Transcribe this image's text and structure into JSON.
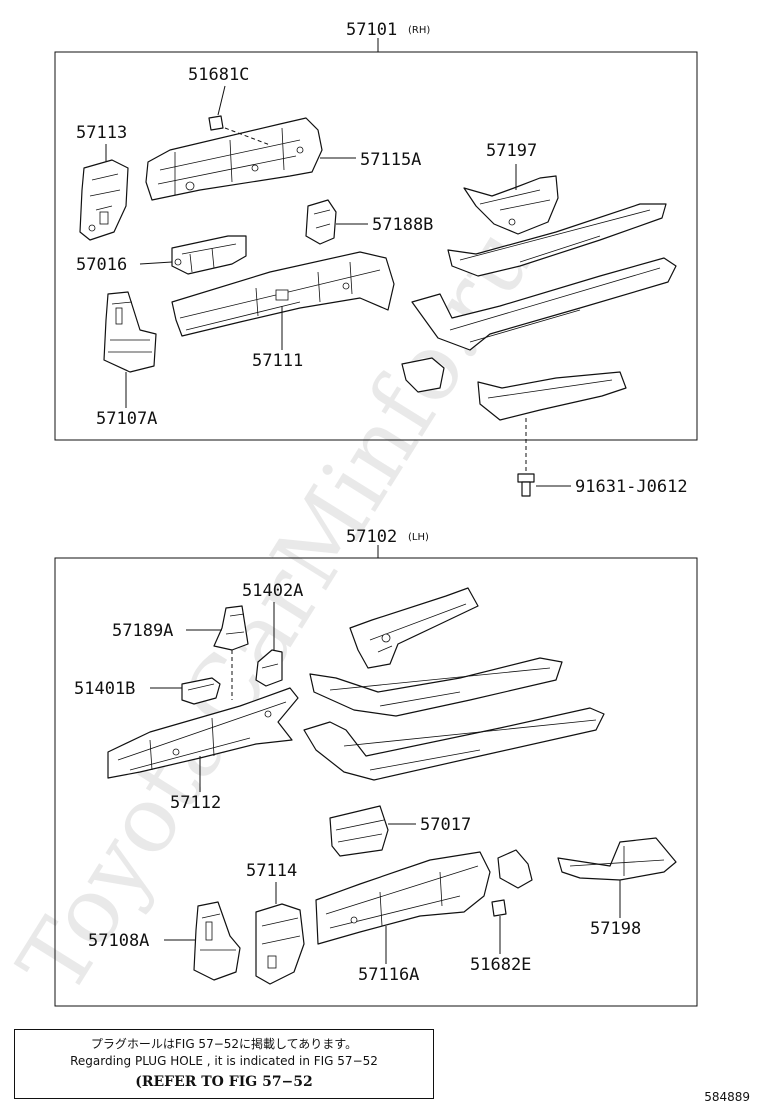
{
  "watermark": "ToyotaCarMinfo.ru",
  "assemblies": {
    "upper": {
      "number": "57101",
      "side": "(RH)"
    },
    "lower": {
      "number": "57102",
      "side": "(LH)"
    }
  },
  "upper_labels": {
    "p51681c": "51681C",
    "p57113": "57113",
    "p57115a": "57115A",
    "p57197": "57197",
    "p57188b": "57188B",
    "p57016": "57016",
    "p57111": "57111",
    "p57107a": "57107A",
    "p91631": "91631-J0612"
  },
  "lower_labels": {
    "p51402a": "51402A",
    "p57189a": "57189A",
    "p51401b": "51401B",
    "p57112": "57112",
    "p57017": "57017",
    "p57114": "57114",
    "p57108a": "57108A",
    "p57116a": "57116A",
    "p51682e": "51682E",
    "p57198": "57198"
  },
  "note": {
    "line1": "プラグホールはFIG 57−52に掲載してあります。",
    "line2": "Regarding PLUG HOLE , it is indicated in FIG 57−52",
    "line3": "(REFER TO FIG 57−52"
  },
  "diagram_id": "584889"
}
